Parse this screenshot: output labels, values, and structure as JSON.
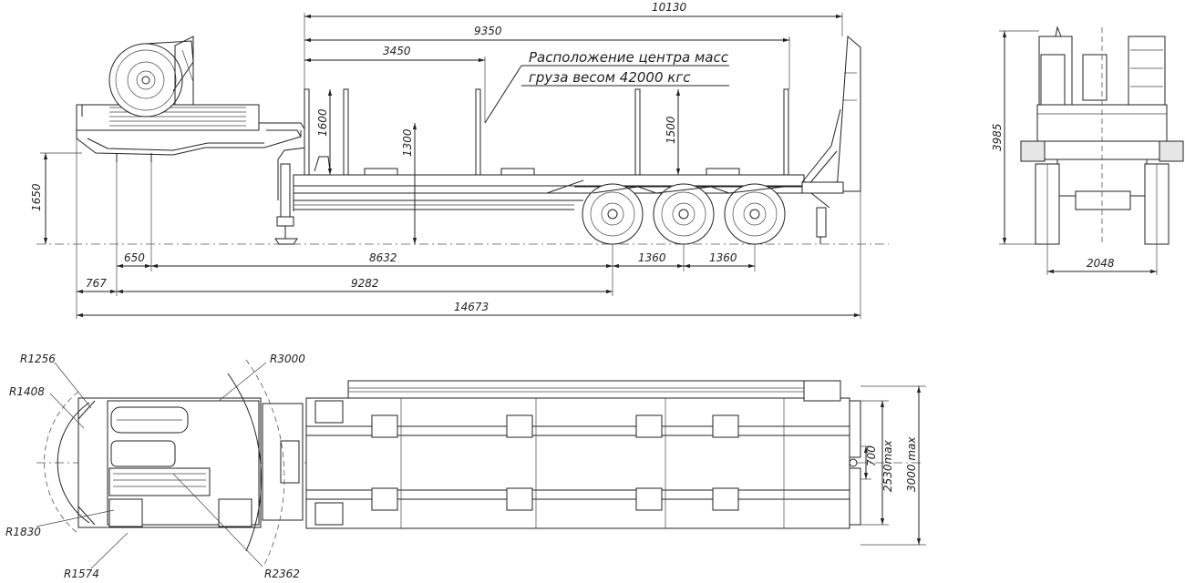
{
  "side_view": {
    "dims": {
      "overall_deck": "10130",
      "platform": "9350",
      "cg_offset": "3450",
      "stake_height": "1600",
      "mid_height": "1300",
      "rear_stake_height": "1500",
      "coupling_height": "1650",
      "kingpin_offset": "650",
      "kingpin_to_axle": "8632",
      "axle_spacing_1": "1360",
      "axle_spacing_2": "1360",
      "front_overhang": "767",
      "wheelbase": "9282",
      "overall_length": "14673"
    },
    "cg_note_line1": "Расположение центра масс",
    "cg_note_line2": "груза весом 42000 кгс"
  },
  "rear_view": {
    "dims": {
      "height": "3985",
      "track": "2048"
    }
  },
  "plan_view": {
    "radii": {
      "r1256": "R1256",
      "r1408": "R1408",
      "r1830": "R1830",
      "r1574": "R1574",
      "r3000": "R3000",
      "r2362": "R2362"
    },
    "dims": {
      "ramp_gap": "700",
      "width_max": "2530max",
      "ramp_width_max": "3000 max"
    }
  }
}
